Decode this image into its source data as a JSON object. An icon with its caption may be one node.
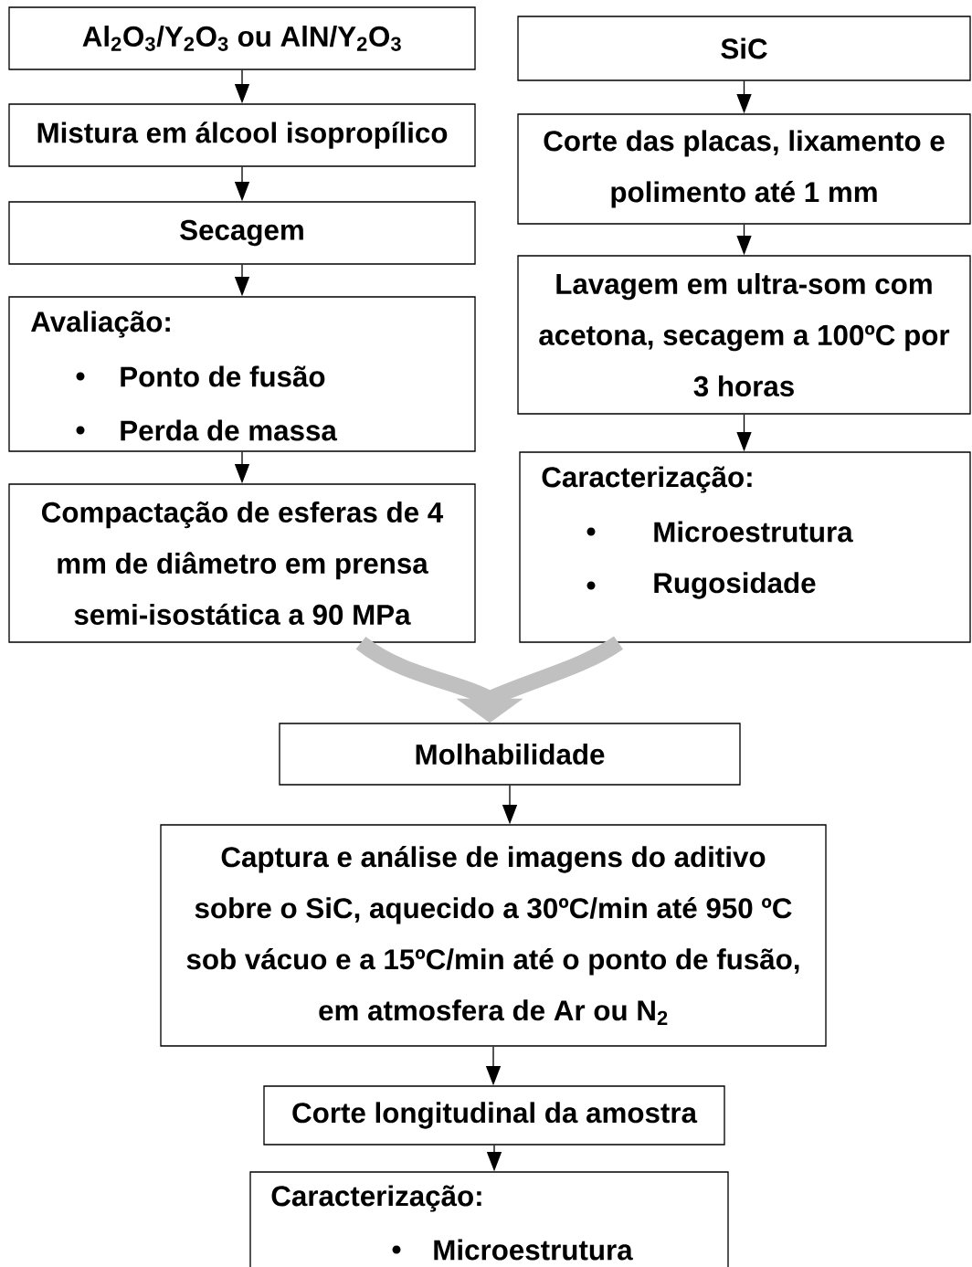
{
  "diagram": {
    "nodes": [
      {
        "text": [
          "Al$_{2}$O$_{3}$/Y$_{2}$O$_{3}$ ou AlN/Y$_{2}$O$_{3}$"
        ]
      },
      {
        "text": [
          "Mistura em álcool isopropílico"
        ]
      },
      {
        "text": [
          "Secagem"
        ]
      },
      {
        "text": [
          "Avaliação:",
          "Ponto de fusão",
          "Perda de massa"
        ]
      },
      {
        "text": [
          "Compactação de esferas de 4 mm de diâmetro em prensa semi-isostática a 90 MPa"
        ]
      },
      {
        "text": [
          "SiC"
        ]
      },
      {
        "text": [
          "Corte das placas, lixamento e polimento até 1 mm"
        ]
      },
      {
        "text": [
          "Lavagem em ultra-som com acetona, secagem a 100ºC por 3 horas"
        ]
      },
      {
        "text": [
          "Caracterização:",
          "Microestrutura",
          "Rugosidade"
        ]
      },
      {
        "text": [
          "Molhabilidade"
        ]
      },
      {
        "text": [
          "Captura e análise de imagens do aditivo sobre o SiC, aquecido a 30ºC/min até 950 ºC sob vácuo e a 15ºC/min até o ponto de fusão, em atmosfera de Ar ou N$_{2}$"
        ]
      },
      {
        "text": [
          "Corte longitudinal da amostra"
        ]
      },
      {
        "text": [
          "Caracterização:",
          "Microestrutura"
        ]
      }
    ],
    "edges": [
      {
        "from": 0,
        "to": 1,
        "arrow": "to"
      },
      {
        "from": 1,
        "to": 2,
        "arrow": "to"
      },
      {
        "from": 2,
        "to": 3,
        "arrow": "to"
      },
      {
        "from": 3,
        "to": 4,
        "arrow": "to"
      },
      {
        "from": 5,
        "to": 6,
        "arrow": "to"
      },
      {
        "from": 6,
        "to": 7,
        "arrow": "to"
      },
      {
        "from": 7,
        "to": 8,
        "arrow": "to"
      },
      {
        "from": 4,
        "to": 9,
        "arrow": "to",
        "style": "thick",
        "color": "#c0c0c0"
      },
      {
        "from": 8,
        "to": 9,
        "arrow": "to",
        "style": "thick",
        "color": "#c0c0c0"
      },
      {
        "from": 9,
        "to": 10,
        "arrow": "to"
      },
      {
        "from": 10,
        "to": 11,
        "arrow": "to"
      },
      {
        "from": 11,
        "to": 12,
        "arrow": "to"
      }
    ]
  }
}
